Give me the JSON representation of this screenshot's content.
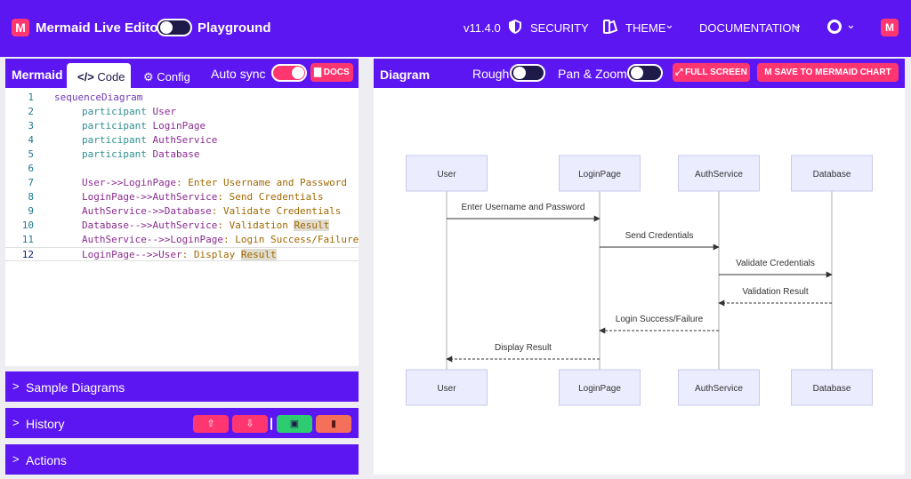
{
  "app": {
    "logo_glyph": "M",
    "title": "Mermaid Live Editor",
    "playground": "Playground",
    "version": "v11.4.0",
    "nav": {
      "security": "SECURITY",
      "theme": "THEME",
      "documentation": "DOCUMENTATION"
    },
    "chevron": "⌄",
    "accent_color": "#5c16f2",
    "pink_color": "#ff3670"
  },
  "editor": {
    "title": "Mermaid",
    "tab_code": "Code",
    "tab_config": "Config",
    "auto_sync_label": "Auto sync",
    "docs_label": "DOCS",
    "lines": [
      {
        "n": "1"
      },
      {
        "n": "2"
      },
      {
        "n": "3"
      },
      {
        "n": "4"
      },
      {
        "n": "5"
      },
      {
        "n": "6"
      },
      {
        "n": "7"
      },
      {
        "n": "8"
      },
      {
        "n": "9"
      },
      {
        "n": "10"
      },
      {
        "n": "11"
      },
      {
        "n": "12"
      }
    ],
    "code": {
      "kw_sequence": "sequenceDiagram",
      "participant_kw": "participant",
      "user": "User",
      "login": "LoginPage",
      "auth": "AuthService",
      "db": "Database",
      "arrow_solid": "->>",
      "arrow_dashed": "-->>",
      "colon": ":",
      "msg1": " Enter Username and Password",
      "msg2": " Send Credentials",
      "msg3": " Validate Credentials",
      "msg4a": " Validation ",
      "msg5": " Login Success/Failure",
      "msg6a": " Display ",
      "result": "Result"
    }
  },
  "accordions": {
    "sample": "Sample Diagrams",
    "history": "History",
    "actions": "Actions",
    "chevron": ">"
  },
  "preview": {
    "title": "Diagram",
    "rough_label": "Rough",
    "panzoom_label": "Pan & Zoom",
    "fullscreen_label": "FULL SCREEN",
    "save_label": "SAVE TO MERMAID CHART"
  },
  "diagram": {
    "participants": [
      "User",
      "LoginPage",
      "AuthService",
      "Database"
    ],
    "messages": [
      {
        "from": 0,
        "to": 1,
        "text": "Enter Username and Password",
        "dashed": false
      },
      {
        "from": 1,
        "to": 2,
        "text": "Send Credentials",
        "dashed": false
      },
      {
        "from": 2,
        "to": 3,
        "text": "Validate Credentials",
        "dashed": false
      },
      {
        "from": 3,
        "to": 2,
        "text": "Validation Result",
        "dashed": true
      },
      {
        "from": 2,
        "to": 1,
        "text": "Login Success/Failure",
        "dashed": true
      },
      {
        "from": 1,
        "to": 0,
        "text": "Display Result",
        "dashed": true
      }
    ]
  }
}
